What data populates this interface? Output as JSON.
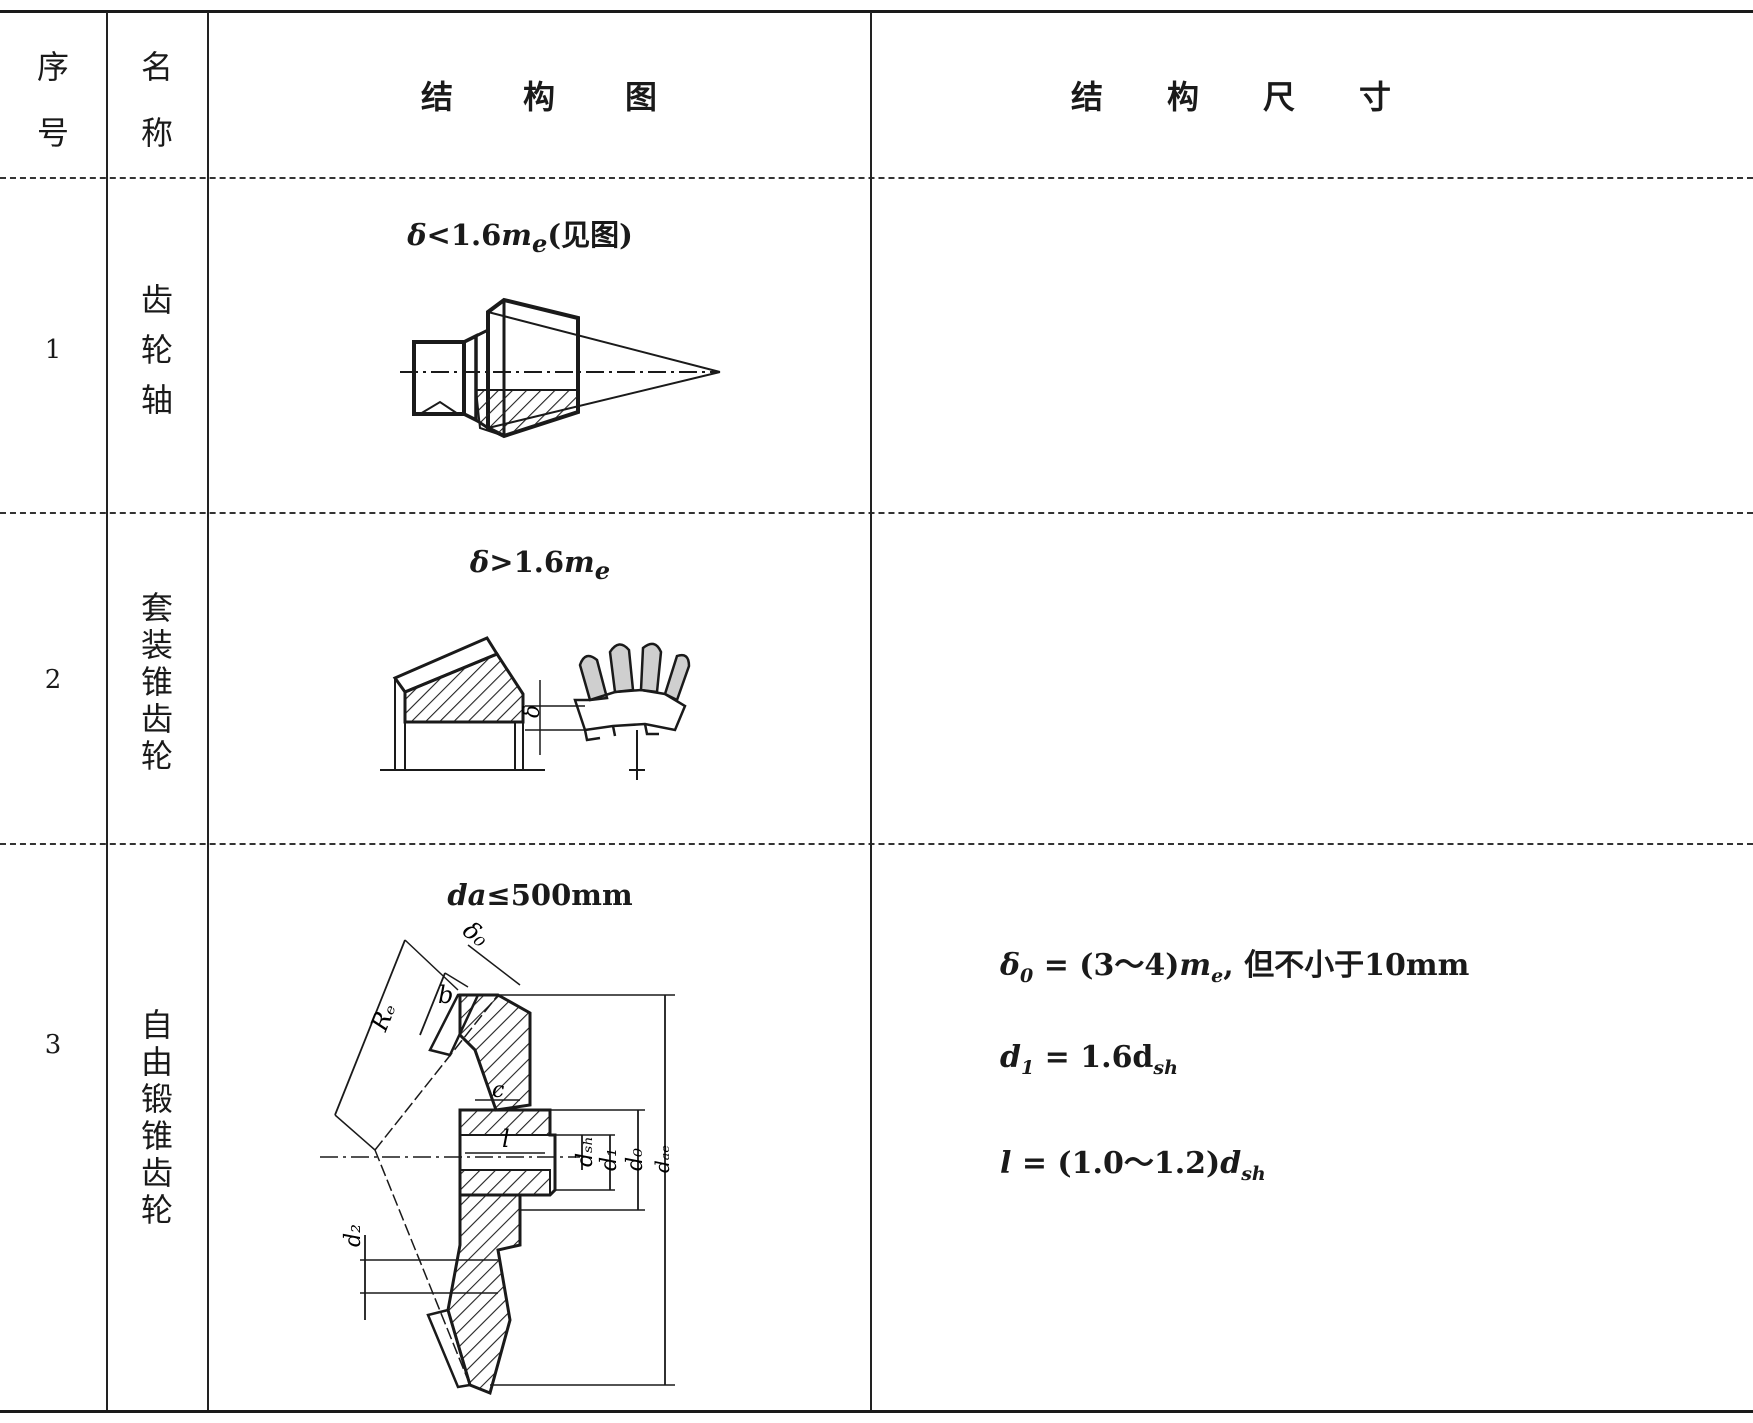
{
  "header": {
    "col1": [
      "序",
      "号"
    ],
    "col2": [
      "名",
      "称"
    ],
    "col3": [
      "结",
      "构",
      "图"
    ],
    "col4": [
      "结",
      "构",
      "尺",
      "寸"
    ]
  },
  "rows": [
    {
      "number": "1",
      "name": [
        "齿",
        "轮",
        "轴"
      ],
      "condition": {
        "delta": "δ",
        "rel": "<",
        "value": "1.6",
        "m": "m",
        "m_sub": "e",
        "note": "(见图)"
      },
      "dimensions": []
    },
    {
      "number": "2",
      "name": [
        "套",
        "装",
        "锥",
        "齿",
        "轮"
      ],
      "condition": {
        "delta": "δ",
        "rel": ">",
        "value": "1.6",
        "m": "m",
        "m_sub": "e"
      },
      "drawing_labels": {
        "delta": "δ"
      },
      "dimensions": []
    },
    {
      "number": "3",
      "name": [
        "自",
        "由",
        "锻",
        "锥",
        "齿",
        "轮"
      ],
      "condition": {
        "var": "da",
        "rel": "≤",
        "value": "500mm"
      },
      "drawing_labels": {
        "delta0": "δ₀",
        "b": "b",
        "Re": "Rₑ",
        "c": "c",
        "l": "l",
        "dsh": "dₛₕ",
        "d1": "d₁",
        "d0": "d₀",
        "dae": "dₐₑ",
        "d2": "d₂"
      },
      "dimensions": [
        {
          "var": "δ",
          "sub": "0",
          "eq": " = (3～4)",
          "m": "m",
          "m_sub": "e",
          "tail": ", 但不小于10mm"
        },
        {
          "var": "d",
          "sub": "1",
          "eq": " = 1.6d",
          "tail_sub": "sh"
        },
        {
          "var": "l",
          "eq": " = (1.0～1.2)",
          "d": "d",
          "d_sub": "sh"
        }
      ]
    }
  ]
}
